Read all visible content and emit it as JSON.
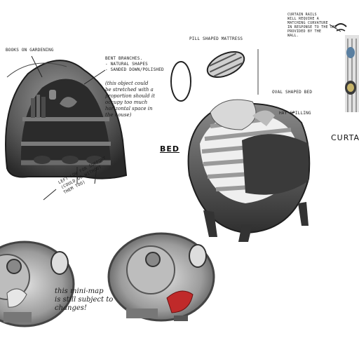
{
  "annotations": {
    "shelf_top_label": "BOOKS ON GARDENING",
    "shelf_materials": "BENT BRANCHES.\n- NATURAL SHAPES\n- SANDED DOWN/POLISHED",
    "shelf_note": "(this object could\nbe stretched with a\nproportion should it\noccupy too much\nhorizontal space in\nthe house)",
    "shelf_support": "LEFT LOW FOR SUPPORT\n(COULD DO WITHOUT\nTHEM TOO)",
    "pill_label": "PILL SHAPED MATTRESS",
    "oval_bed_label": "OVAL SHAPED BED",
    "hay_label": "HAY SPILLING",
    "bed_title": "BED",
    "curtain_note": "CURTAIN RAILS\nWILL REQUIRE A\nMATCHING CURVATURE\nIN RESPONSE TO THE ONE\nPROVIDED BY THE\nWALL.",
    "curtain_title": "CURTAI",
    "minimap_note": "this mini-map\nis still subject to\nchanges!"
  },
  "colors": {
    "wood_dark": "#3a3a3a",
    "wood_mid": "#6b6b6b",
    "highlight_red": "#c02a2a"
  }
}
